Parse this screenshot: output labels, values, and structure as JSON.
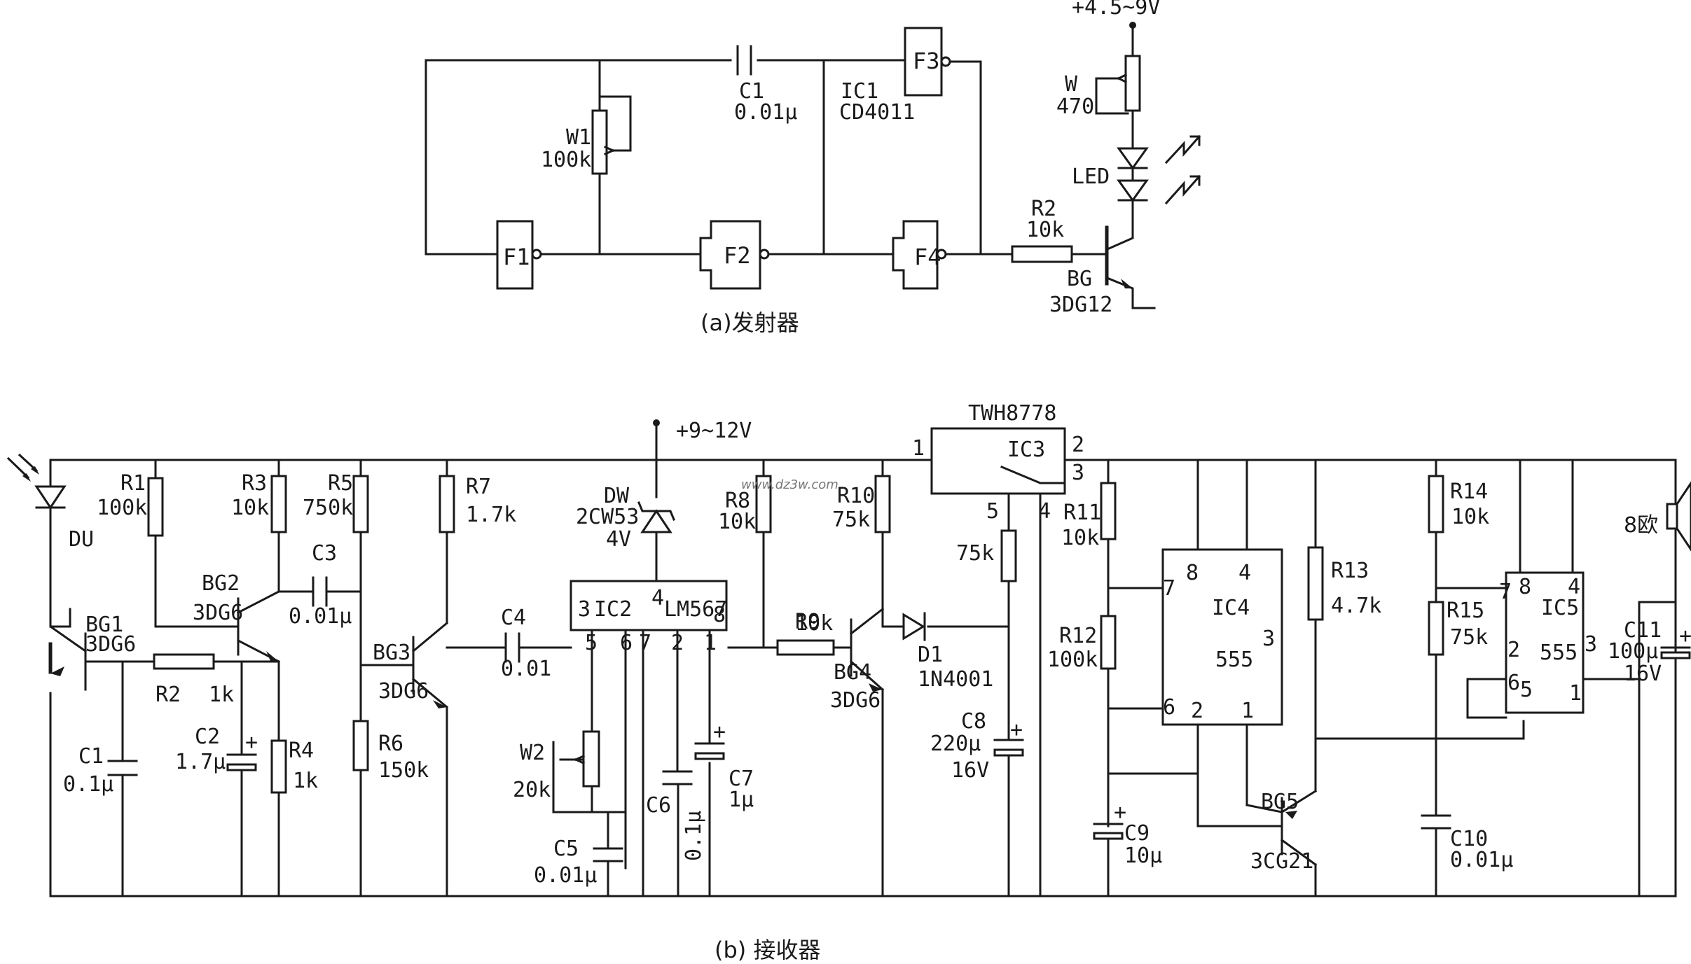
{
  "transmitter": {
    "caption": "(a)发射器",
    "supply": "+4.5~9V",
    "ic": {
      "name": "IC1",
      "part": "CD4011"
    },
    "gates": [
      "F1",
      "F2",
      "F3",
      "F4"
    ],
    "C1": {
      "name": "C1",
      "value": "0.01μ"
    },
    "W1": {
      "name": "W1",
      "value": "100k"
    },
    "W": {
      "name": "W",
      "value": "470"
    },
    "LED": "LED",
    "R2": {
      "name": "R2",
      "value": "10k"
    },
    "BG": {
      "name": "BG",
      "part": "3DG12"
    }
  },
  "receiver": {
    "caption": "(b)  接收器",
    "supply": "+9~12V",
    "relay": {
      "name": "TWH8778",
      "ic": "IC3",
      "pins": [
        "1",
        "2",
        "3",
        "4",
        "5"
      ]
    },
    "DU": "DU",
    "R1": {
      "name": "R1",
      "value": "100k"
    },
    "R2": {
      "name": "R2",
      "value": "1k"
    },
    "R3": {
      "name": "R3",
      "value": "10k"
    },
    "R4": {
      "name": "R4",
      "value": "1k"
    },
    "R5": {
      "name": "R5",
      "value": "750k"
    },
    "R6": {
      "name": "R6",
      "value": "150k"
    },
    "R7": {
      "name": "R7",
      "value": "1.7k"
    },
    "R8": {
      "name": "R8",
      "value": "10k"
    },
    "R9": {
      "name": "R9",
      "value": "10k"
    },
    "R10": {
      "name": "R10",
      "value": "75k"
    },
    "R11": {
      "name": "R11",
      "value": "10k"
    },
    "R12": {
      "name": "R12",
      "value": "100k"
    },
    "R13": {
      "name": "R13",
      "value": "4.7k"
    },
    "R14": {
      "name": "R14",
      "value": "10k"
    },
    "R15": {
      "name": "R15",
      "value": "75k"
    },
    "R75": {
      "value": "75k"
    },
    "C1": {
      "name": "C1",
      "value": "0.1μ"
    },
    "C2": {
      "name": "C2",
      "value": "1.7μ"
    },
    "C3": {
      "name": "C3",
      "value": "0.01μ"
    },
    "C4": {
      "name": "C4",
      "value": "0.01"
    },
    "C5": {
      "name": "C5",
      "value": "0.01μ"
    },
    "C6": {
      "name": "C6",
      "value": "0.1μ"
    },
    "C7": {
      "name": "C7",
      "value": "1μ"
    },
    "C8": {
      "name": "C8",
      "value": "220μ",
      "voltage": "16V"
    },
    "C9": {
      "name": "C9",
      "value": "10μ"
    },
    "C10": {
      "name": "C10",
      "value": "0.01μ"
    },
    "C11": {
      "name": "C11",
      "value": "100μ",
      "voltage": "16V"
    },
    "W2": {
      "name": "W2",
      "value": "20k"
    },
    "DW": {
      "name": "DW",
      "part": "2CW53",
      "voltage": "4V"
    },
    "D1": {
      "name": "D1",
      "part": "1N4001"
    },
    "BG1": {
      "name": "BG1",
      "part": "3DG6"
    },
    "BG2": {
      "name": "BG2",
      "part": "3DG6"
    },
    "BG3": {
      "name": "BG3",
      "part": "3DG6"
    },
    "BG4": {
      "name": "BG4",
      "part": "3DG6"
    },
    "BG5": {
      "name": "BG5",
      "part": "3CG21"
    },
    "IC2": {
      "name": "IC2",
      "part": "LM567",
      "pins": [
        "4",
        "3",
        "8",
        "5",
        "6",
        "7",
        "2",
        "1"
      ]
    },
    "IC4": {
      "name": "IC4",
      "part": "555",
      "pins": [
        "8",
        "4",
        "7",
        "3",
        "6",
        "2",
        "1"
      ]
    },
    "IC5": {
      "name": "IC5",
      "part": "555",
      "pins": [
        "8",
        "4",
        "7",
        "2",
        "3",
        "6",
        "5",
        "1"
      ]
    },
    "speaker": "8欧"
  },
  "watermark": "www.dz3w.com"
}
